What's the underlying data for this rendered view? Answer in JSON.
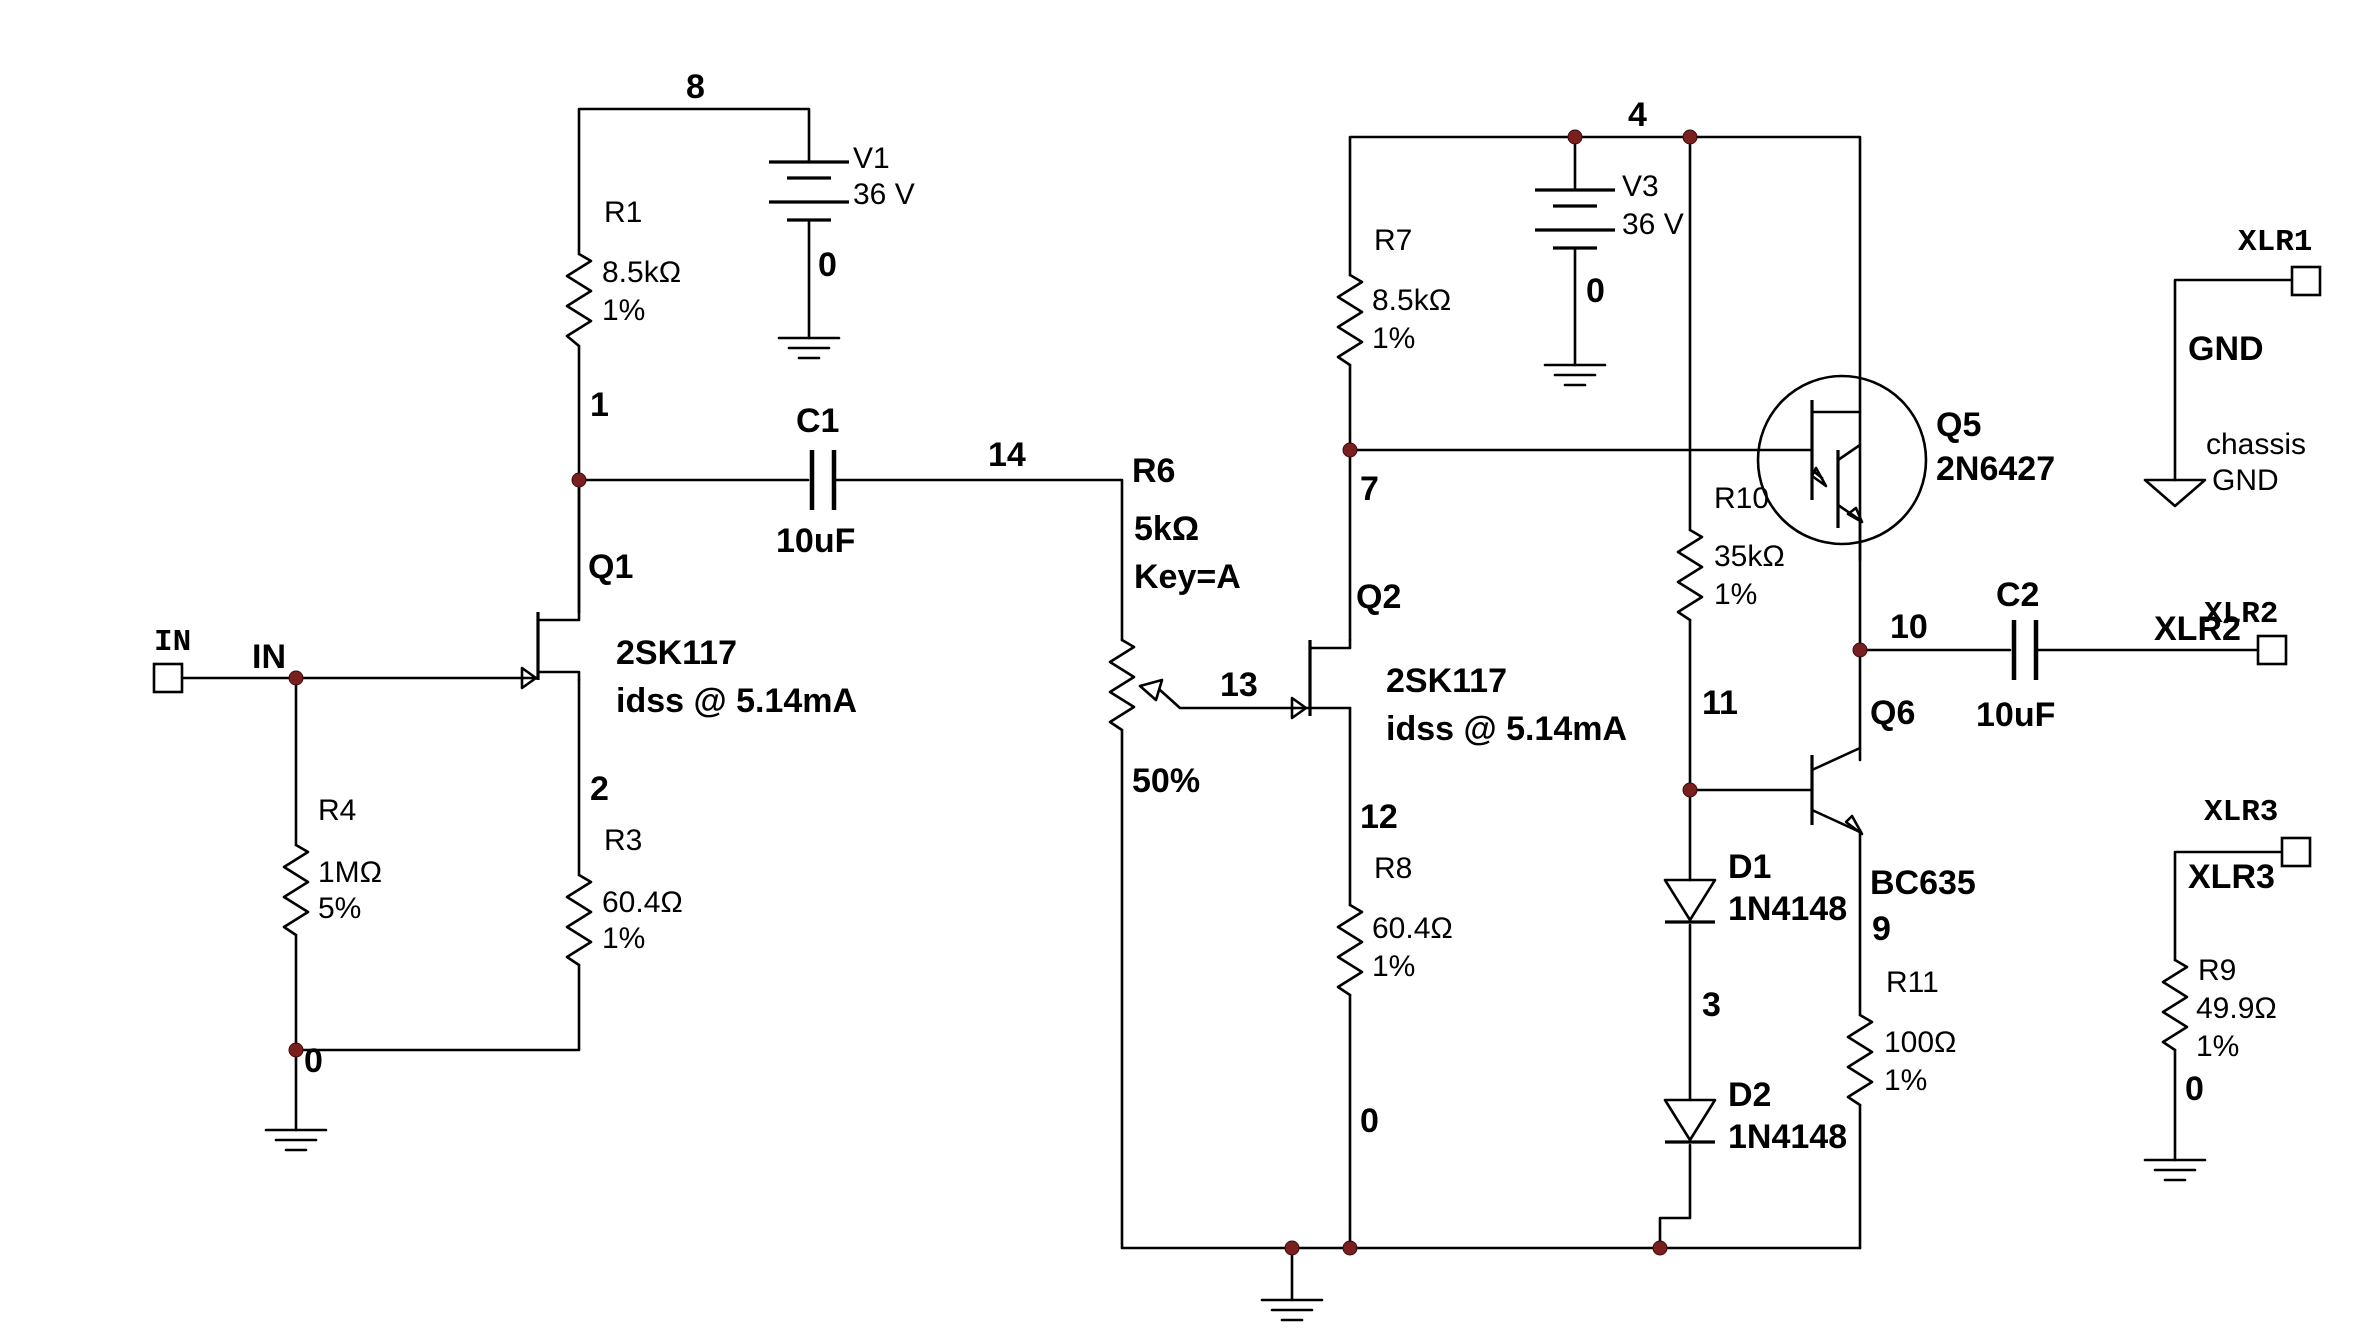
{
  "nodes": {
    "n8": "8",
    "n1": "1",
    "n14": "14",
    "n2": "2",
    "n0_left": "0",
    "n0_v1": "0",
    "n4": "4",
    "n0_v3": "0",
    "n7": "7",
    "n13": "13",
    "n12": "12",
    "n0_bottom": "0",
    "n11": "11",
    "n10": "10",
    "n9": "9",
    "n3": "3",
    "n0_xlr3": "0",
    "in_net": "IN"
  },
  "components": {
    "v1": {
      "ref": "V1",
      "value": "36 V"
    },
    "v3": {
      "ref": "V3",
      "value": "36 V"
    },
    "r1": {
      "ref": "R1",
      "value": "8.5kΩ",
      "tol": "1%"
    },
    "r3": {
      "ref": "R3",
      "value": "60.4Ω",
      "tol": "1%"
    },
    "r4": {
      "ref": "R4",
      "value": "1MΩ",
      "tol": "5%"
    },
    "r6": {
      "ref": "R6",
      "value": "5kΩ",
      "key": "Key=A",
      "pos": "50%"
    },
    "r7": {
      "ref": "R7",
      "value": "8.5kΩ",
      "tol": "1%"
    },
    "r8": {
      "ref": "R8",
      "value": "60.4Ω",
      "tol": "1%"
    },
    "r9": {
      "ref": "R9",
      "value": "49.9Ω",
      "tol": "1%"
    },
    "r10": {
      "ref": "R10",
      "value": "35kΩ",
      "tol": "1%"
    },
    "r11": {
      "ref": "R11",
      "value": "100Ω",
      "tol": "1%"
    },
    "c1": {
      "ref": "C1",
      "value": "10uF"
    },
    "c2": {
      "ref": "C2",
      "value": "10uF"
    },
    "q1": {
      "ref": "Q1",
      "part": "2SK117",
      "note": "idss @ 5.14mA"
    },
    "q2": {
      "ref": "Q2",
      "part": "2SK117",
      "note": "idss @ 5.14mA"
    },
    "q5": {
      "ref": "Q5",
      "part": "2N6427"
    },
    "q6": {
      "ref": "Q6",
      "part": "BC635"
    },
    "d1": {
      "ref": "D1",
      "part": "1N4148"
    },
    "d2": {
      "ref": "D2",
      "part": "1N4148"
    }
  },
  "ports": {
    "in": "IN",
    "xlr1": "XLR1",
    "xlr2": "XLR2",
    "xlr2_net": "XLR2",
    "xlr3": "XLR3",
    "xlr3_net": "XLR3",
    "gnd_net": "GND",
    "chassis_line1": "chassis",
    "chassis_line2": "GND"
  },
  "colors": {
    "wire": "#000000",
    "junction": "#7a1f1f",
    "background": "#ffffff"
  }
}
